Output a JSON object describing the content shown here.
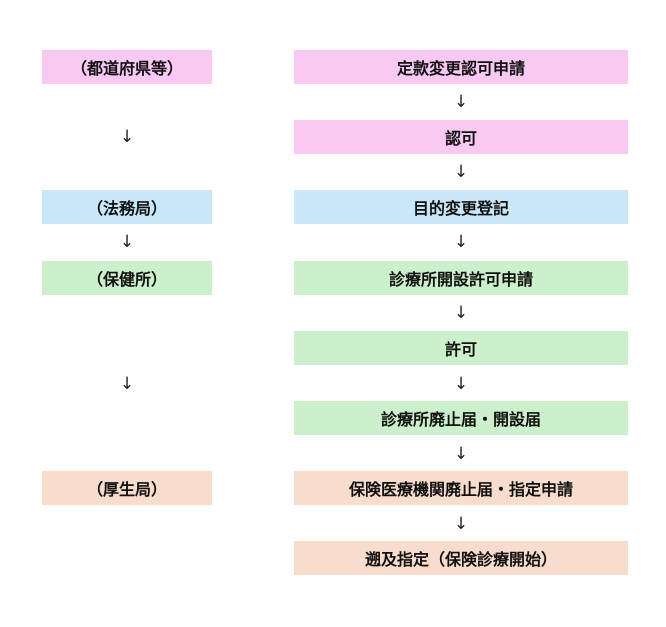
{
  "colors": {
    "prefecture": "#f9c8f3",
    "legal_affairs": "#c9e7f8",
    "health_center": "#cdf0cc",
    "welfare_bureau": "#f8dccc"
  },
  "arrow_glyph": "↓",
  "agencies": [
    "（都道府県等）",
    "（法務局）",
    "（保健所）",
    "（厚生局）"
  ],
  "steps": [
    "定款変更認可申請",
    "認可",
    "目的変更登記",
    "診療所開設許可申請",
    "許可",
    "診療所廃止届・開設届",
    "保険医療機関廃止届・指定申請",
    "遡及指定（保険診療開始）"
  ]
}
